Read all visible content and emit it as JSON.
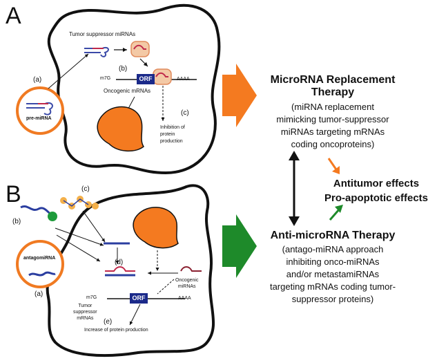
{
  "panel_a": {
    "letter": "A",
    "tumor_suppressor_mirnas": "Tumor suppressor miRNAs",
    "step_a": "(a)",
    "pre_mirna": "pre-miRNA",
    "step_b": "(b)",
    "cap": "m7G",
    "orf": "ORF",
    "polya": "AAAA",
    "oncogenic_mrnas": "Oncogenic mRNAs",
    "step_c": "(c)",
    "inhibition_line1": "Inhibition of",
    "inhibition_line2": "protein",
    "inhibition_line3": "production"
  },
  "panel_b": {
    "letter": "B",
    "step_c": "(c)",
    "step_b": "(b)",
    "antagomirna": "antagomiRNA",
    "step_a": "(a)",
    "step_d": "(d)",
    "oncogenic_line1": "Oncogenic",
    "oncogenic_line2": "miRNAs",
    "cap": "m7G",
    "orf": "ORF",
    "polya": "AAAA",
    "ts_line1": "Tumor",
    "ts_line2": "suppressor",
    "ts_line3": "mRNAs",
    "step_e": "(e)",
    "increase_protein": "Increase of protein production"
  },
  "right": {
    "replacement_title_1": "MicroRNA Replacement",
    "replacement_title_2": "Therapy",
    "replacement_desc_1": "(miRNA replacement",
    "replacement_desc_2": "mimicking tumor-suppressor",
    "replacement_desc_3": "miRNAs targeting mRNAs",
    "replacement_desc_4": "coding oncoproteins)",
    "effects_1": "Antitumor effects",
    "effects_2": "Pro-apoptotic effects",
    "anti_title": "Anti-microRNA Therapy",
    "anti_desc_1": "(antago-miRNA approach",
    "anti_desc_2": "inhibiting onco-miRNAs",
    "anti_desc_3": "and/or metastamiRNAs",
    "anti_desc_4": "targeting mRNAs coding tumor-",
    "anti_desc_5": "suppressor proteins)"
  },
  "colors": {
    "replacement_arrow": "#f47a20",
    "anti_arrow": "#1e8a2a",
    "orf_box": "#1b2a8a",
    "vesicle": "#f07a22"
  }
}
